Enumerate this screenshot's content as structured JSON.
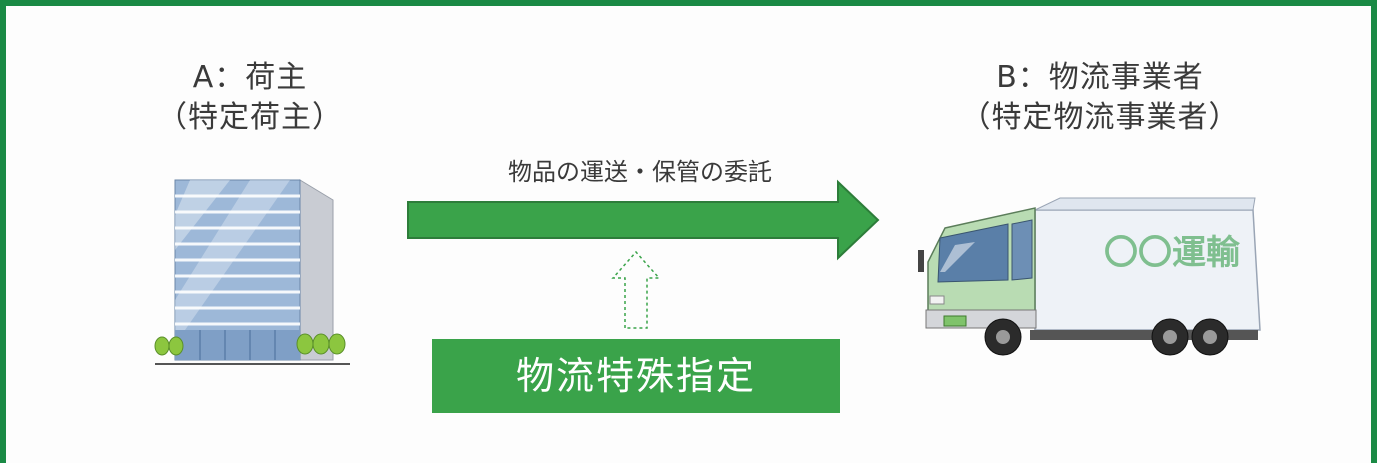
{
  "shipper": {
    "title": "A：荷主",
    "subtitle": "（特定荷主）"
  },
  "carrier": {
    "title": "B：物流事業者",
    "subtitle": "（特定物流事業者）"
  },
  "flow": {
    "label": "物品の運送・保管の委託"
  },
  "designation": {
    "label": "物流特殊指定"
  },
  "truck": {
    "company": "〇〇運輸"
  },
  "colors": {
    "frame": "#1a8a45",
    "arrow": "#3aa34a",
    "designation_box": "#3aa34a",
    "building": "#8fb3d9",
    "truck_cab": "#b9dcb3"
  }
}
